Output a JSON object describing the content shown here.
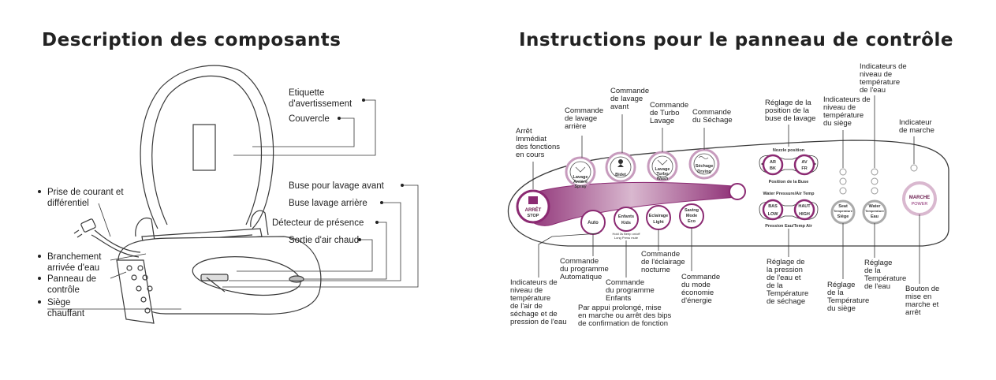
{
  "headings": {
    "left": "Description des composants",
    "right": "Instructions pour le panneau de contrôle"
  },
  "left_labels": {
    "warning_label": [
      "Etiquette",
      "d'avertissement"
    ],
    "lid": "Couvercle",
    "front_nozzle": "Buse pour lavage avant",
    "rear_nozzle": "Buse lavage arrière",
    "presence_detector": "Détecteur de présence",
    "warm_air": "Sortie d'air chaud",
    "power_plug": [
      "Prise de courant et",
      "différentiel"
    ],
    "water_inlet": [
      "Branchement",
      "arrivée d'eau"
    ],
    "control_panel": [
      "Panneau de",
      "contrôle"
    ],
    "heated_seat": [
      "Siège",
      "chauffant"
    ]
  },
  "right_labels": {
    "stop": [
      "Arrêt",
      "Immédiat",
      "des fonctions",
      "en cours"
    ],
    "rear_wash": [
      "Commande",
      "de lavage",
      "arrière"
    ],
    "front_wash": [
      "Commande",
      "de lavage",
      "avant"
    ],
    "turbo_wash": [
      "Commande",
      "de Turbo",
      "Lavage"
    ],
    "drying": [
      "Commande",
      "du Séchage"
    ],
    "nozzle_position": [
      "Réglage de la",
      "position de la",
      "buse de lavage"
    ],
    "seat_temp_indicators": [
      "Indicateurs de",
      "niveau de",
      "température",
      "du siège"
    ],
    "water_temp_indicators": [
      "Indicateurs de",
      "niveau de",
      "température",
      "de l'eau"
    ],
    "power_indicator": [
      "Indicateur",
      "de marche"
    ],
    "air_pressure_indicators": [
      "Indicateurs de",
      "niveau de",
      "température",
      "de l'air de",
      "séchage et de",
      "pression de l'eau"
    ],
    "auto_program": [
      "Commande",
      "du programme",
      "Automatique"
    ],
    "kids_program": [
      "Commande",
      "du programme",
      "Enfants"
    ],
    "long_press": [
      "Par appui prolongé, mise",
      "en marche ou arrêt des bips",
      "de confirmation de fonction"
    ],
    "light": [
      "Commande",
      "de l'éclairage",
      "nocturne"
    ],
    "eco": [
      "Commande",
      "du mode",
      "économie",
      "d'énergie"
    ],
    "pressure_temp": [
      "Réglage de",
      "la pression",
      "de l'eau et",
      "de la",
      "Température",
      "de séchage"
    ],
    "seat_temp": [
      "Réglage",
      "de la",
      "Température",
      "du siège"
    ],
    "water_temp": [
      "Réglage",
      "de la",
      "Température",
      "de l'eau"
    ],
    "power_button": [
      "Bouton de",
      "mise en",
      "marche et",
      "arrêt"
    ]
  },
  "panel": {
    "stop": [
      "ARRÊT",
      "STOP"
    ],
    "rear": [
      "Lavage",
      "Arrière",
      "Spray"
    ],
    "bidet": [
      "Bidet"
    ],
    "turbo": [
      "Lavage",
      "Turbo",
      "Wash"
    ],
    "drying": [
      "Séchage",
      "Drying"
    ],
    "auto": [
      "Auto"
    ],
    "kids": [
      "Enfants",
      "Kids"
    ],
    "kids_note": [
      "Hold 3s Beep on/off",
      "Long Press mute"
    ],
    "light": [
      "Eclairage",
      "Light"
    ],
    "eco": [
      "Saving",
      "Mode",
      "Eco"
    ],
    "nozzle_title": "Nozzle position",
    "nozzle_back": [
      "AR",
      "BK"
    ],
    "nozzle_front": [
      "AV",
      "FR"
    ],
    "nozzle_sub": "Position de la Buse",
    "pressure_title": "Water Pressure/Air Temp",
    "low": [
      "BAS",
      "LOW"
    ],
    "high": [
      "HAUT",
      "HIGH"
    ],
    "pressure_sub": "Pression Eau/Temp Air",
    "seat": [
      "Seat",
      "Temperature",
      "Siège"
    ],
    "water": [
      "Water",
      "Temperature",
      "Eau"
    ],
    "power": [
      "MARCHE",
      "POWER"
    ]
  },
  "colors": {
    "accent": "#8b2a72",
    "accent_light": "#c79bbd",
    "outline": "#3a3a3a",
    "text": "#222222"
  }
}
